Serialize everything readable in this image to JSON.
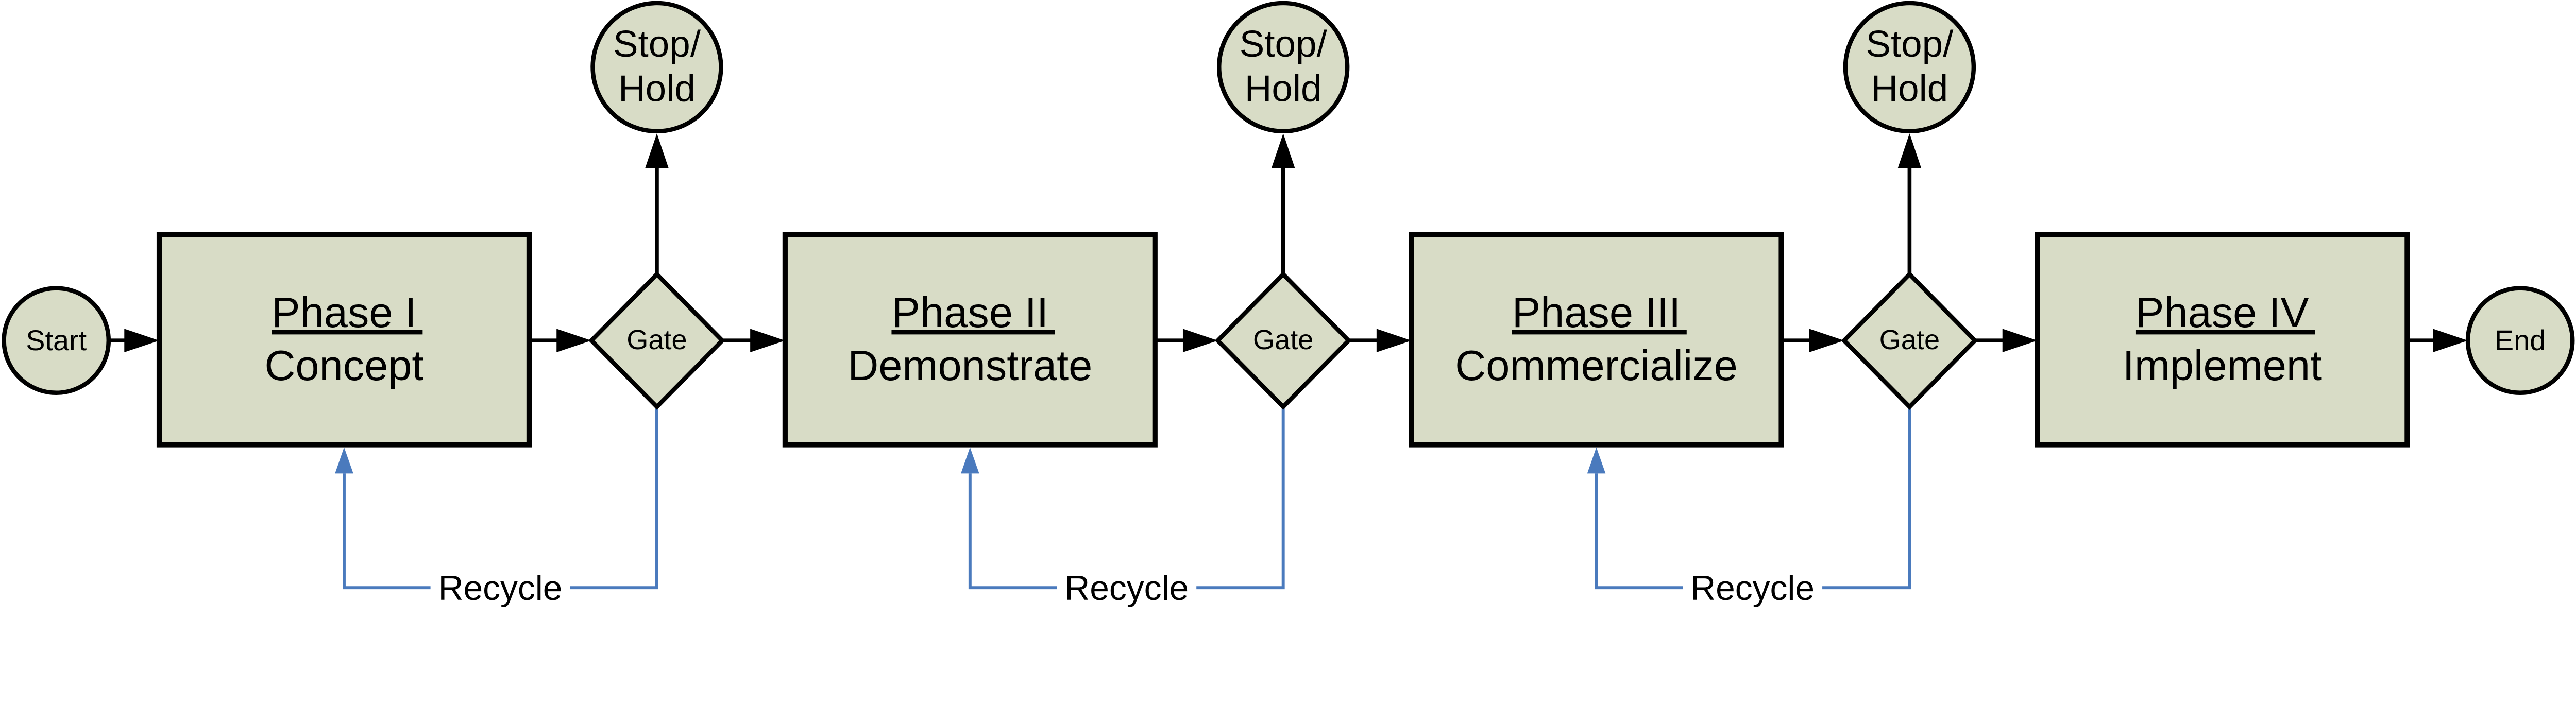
{
  "diagram": {
    "colors": {
      "background": "#ffffff",
      "shape_fill": "#d8dcc6",
      "outline": "#000000",
      "recycle_blue": "#4a7abd",
      "text": "#000000"
    },
    "start": {
      "label": "Start"
    },
    "end": {
      "label": "End"
    },
    "phases": [
      {
        "title": "Phase I",
        "subtitle": "Concept"
      },
      {
        "title": "Phase II",
        "subtitle": "Demonstrate"
      },
      {
        "title": "Phase III",
        "subtitle": "Commercialize"
      },
      {
        "title": "Phase IV",
        "subtitle": "Implement"
      }
    ],
    "gates": [
      {
        "label": "Gate"
      },
      {
        "label": "Gate"
      },
      {
        "label": "Gate"
      }
    ],
    "stop_holds": [
      {
        "line1": "Stop/",
        "line2": "Hold"
      },
      {
        "line1": "Stop/",
        "line2": "Hold"
      },
      {
        "line1": "Stop/",
        "line2": "Hold"
      }
    ],
    "recycles": [
      {
        "label": "Recycle"
      },
      {
        "label": "Recycle"
      },
      {
        "label": "Recycle"
      }
    ]
  }
}
